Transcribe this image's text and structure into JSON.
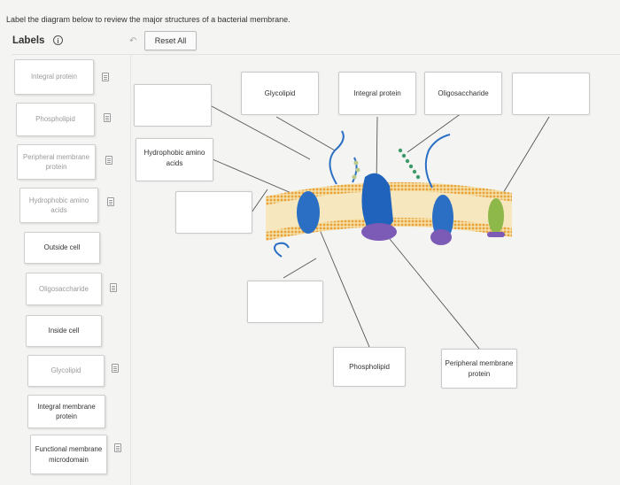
{
  "instruction": "Label the diagram below to review the major structures of a bacterial membrane.",
  "labels_panel": {
    "title": "Labels",
    "reset_label": "Reset All",
    "tiles": [
      {
        "text": "Integral protein"
      },
      {
        "text": "Phospholipid"
      },
      {
        "text": "Peripheral membrane protein"
      },
      {
        "text": "Hydrophobic amino acids"
      },
      {
        "text": "Outside cell"
      },
      {
        "text": "Oligosaccharide"
      },
      {
        "text": "Inside cell"
      },
      {
        "text": "Glycolipid"
      },
      {
        "text": "Integral membrane protein"
      },
      {
        "text": "Functional membrane microdomain"
      }
    ]
  },
  "drop_targets": [
    {
      "text": ""
    },
    {
      "text": "Glycolipid"
    },
    {
      "text": "Integral protein"
    },
    {
      "text": "Oligosaccharide"
    },
    {
      "text": ""
    },
    {
      "text": "Hydrophobic amino acids"
    },
    {
      "text": ""
    },
    {
      "text": ""
    },
    {
      "text": "Phospholipid"
    },
    {
      "text": "Peripheral membrane protein"
    }
  ],
  "colors": {
    "membrane_head": "#e9a13a",
    "membrane_tail": "#f3dca0",
    "integral_protein": "#2a6fc4",
    "peripheral_protein": "#7b5bb5",
    "glycolipid_sugar": "#b8c98a",
    "oligosaccharide": "#3c9a6a",
    "microdomain": "#8fb84a"
  }
}
